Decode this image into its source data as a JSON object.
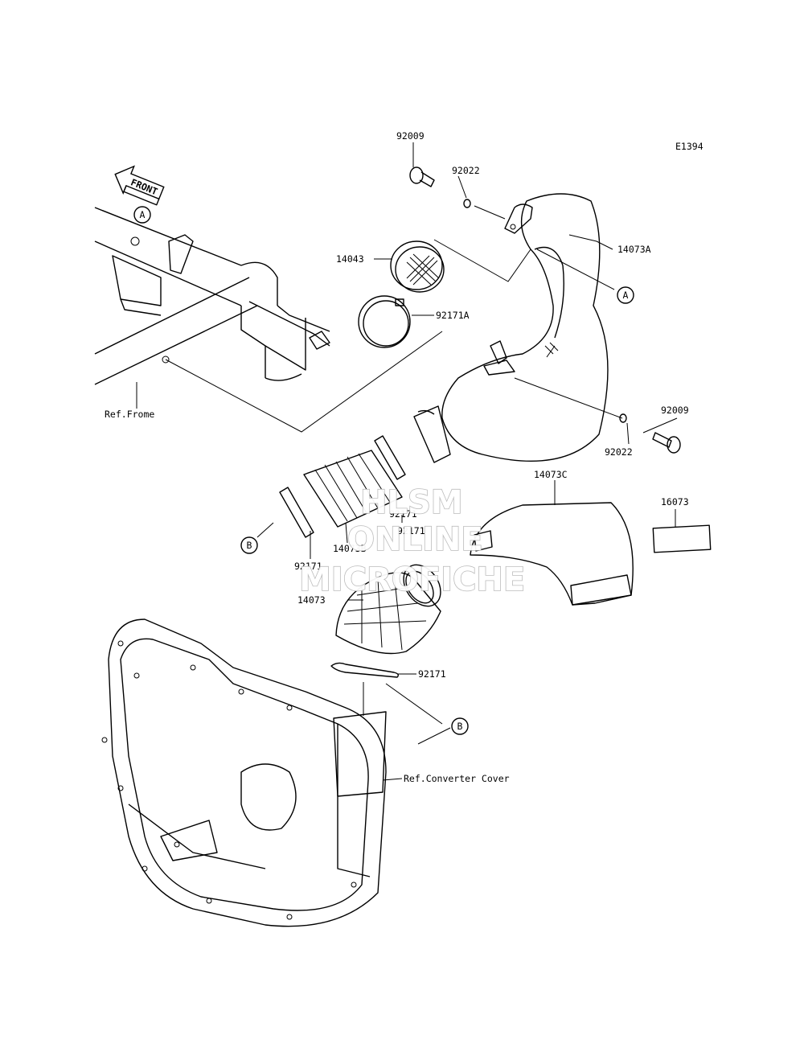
{
  "diagram_code": "E1394",
  "front_arrow": "FRONT",
  "parts": {
    "p92009_top": "92009",
    "p92022_top": "92022",
    "p14043": "14043",
    "p14073A": "14073A",
    "p92171A": "92171A",
    "p92009_right": "92009",
    "p92022_right": "92022",
    "p14073C": "14073C",
    "p16073": "16073",
    "p92171_center": "92171",
    "p92171_center2": "92171",
    "p14073B": "14073B",
    "p92171_left": "92171",
    "p14073": "14073",
    "p92171_bottom": "92171"
  },
  "refs": {
    "frame": "Ref.Frome",
    "converter_cover": "Ref.Converter Cover"
  },
  "markers": {
    "A_top": "A",
    "A_right": "A",
    "B_left": "B",
    "B_bottom": "B"
  },
  "watermark": {
    "line1": "HLSM",
    "line2": "ONLINE",
    "line3": "MICROFICHE"
  }
}
